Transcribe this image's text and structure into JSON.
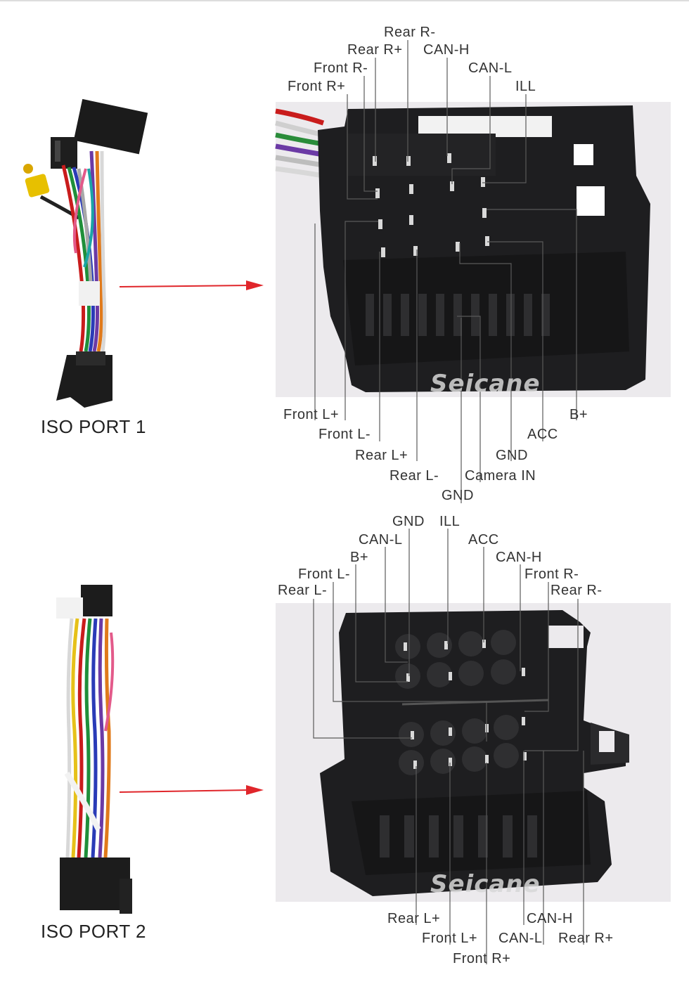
{
  "top_diagram": {
    "port_label": "ISO PORT 1",
    "watermark": "Seicane",
    "pins_top": [
      "Rear R-",
      "Rear R+",
      "CAN-H",
      "Front R-",
      "CAN-L",
      "Front R+",
      "ILL"
    ],
    "pins_bottom": [
      "Front L+",
      "B+",
      "Front L-",
      "ACC",
      "Rear L+",
      "GND",
      "Rear L-",
      "Camera IN",
      "GND"
    ]
  },
  "bottom_diagram": {
    "port_label": "ISO PORT 2",
    "watermark": "Seicane",
    "pins_top": [
      "GND",
      "ILL",
      "CAN-L",
      "ACC",
      "B+",
      "CAN-H",
      "Front L-",
      "Front R-",
      "Rear L-",
      "Rear R-"
    ],
    "pins_bottom": [
      "Rear L+",
      "CAN-H",
      "Front L+",
      "CAN-L",
      "Rear R+",
      "Front R+"
    ]
  },
  "colors": {
    "arrow": "#e0262b",
    "leader": "#5a5a5a",
    "connector": "#1e1e20",
    "photo_bg": "#eceaed"
  },
  "icons": [
    "wire-harness-icon",
    "iso-connector-icon",
    "red-arrow-icon"
  ]
}
